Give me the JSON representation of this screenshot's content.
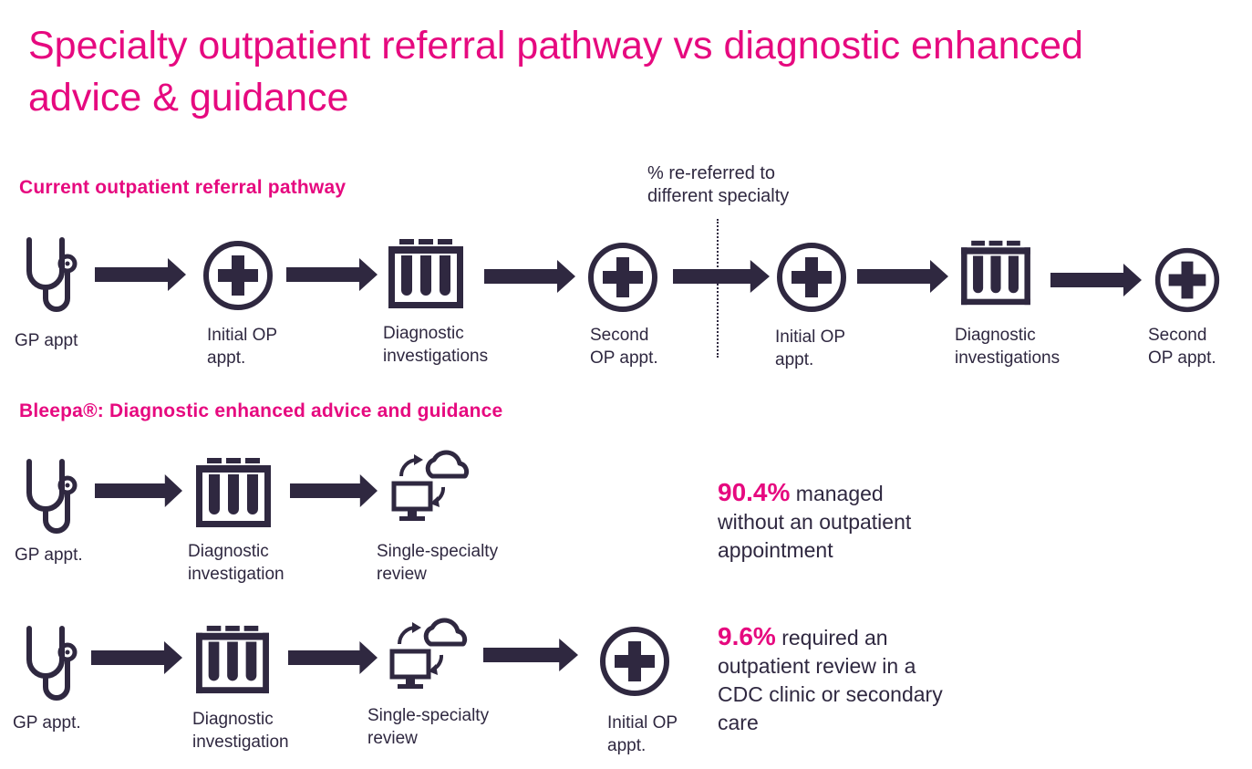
{
  "title": "Specialty outpatient referral pathway vs diagnostic enhanced advice & guidance",
  "colors": {
    "accent": "#e6097f",
    "ink": "#2f2840"
  },
  "current": {
    "heading": "Current outpatient referral pathway",
    "note": "% re-referred to\ndifferent specialty",
    "steps": [
      {
        "icon": "stethoscope-icon",
        "label": "GP appt"
      },
      {
        "icon": "medical-cross-icon",
        "label": "Initial OP\nappt."
      },
      {
        "icon": "test-tubes-icon",
        "label": "Diagnostic\ninvestigations"
      },
      {
        "icon": "medical-cross-icon",
        "label": "Second\nOP appt."
      },
      {
        "icon": "medical-cross-icon",
        "label": "Initial OP\nappt."
      },
      {
        "icon": "test-tubes-icon",
        "label": "Diagnostic\ninvestigations"
      },
      {
        "icon": "medical-cross-icon",
        "label": "Second\nOP appt."
      }
    ]
  },
  "bleepa": {
    "heading": "Bleepa®: Diagnostic enhanced advice and guidance",
    "row1": {
      "steps": [
        {
          "icon": "stethoscope-icon",
          "label": "GP appt."
        },
        {
          "icon": "test-tubes-icon",
          "label": "Diagnostic\ninvestigation"
        },
        {
          "icon": "cloud-monitor-icon",
          "label": "Single-specialty\nreview"
        }
      ],
      "stat_value": "90.4%",
      "stat_text_1": " managed",
      "stat_text_2": "without an outpatient\nappointment"
    },
    "row2": {
      "steps": [
        {
          "icon": "stethoscope-icon",
          "label": "GP appt."
        },
        {
          "icon": "test-tubes-icon",
          "label": "Diagnostic\ninvestigation"
        },
        {
          "icon": "cloud-monitor-icon",
          "label": "Single-specialty\nreview"
        },
        {
          "icon": "medical-cross-icon",
          "label": "Initial OP\nappt."
        }
      ],
      "stat_value": "9.6%",
      "stat_text_1": " required an",
      "stat_text_2": "outpatient review in a\nCDC clinic or secondary\ncare"
    }
  }
}
